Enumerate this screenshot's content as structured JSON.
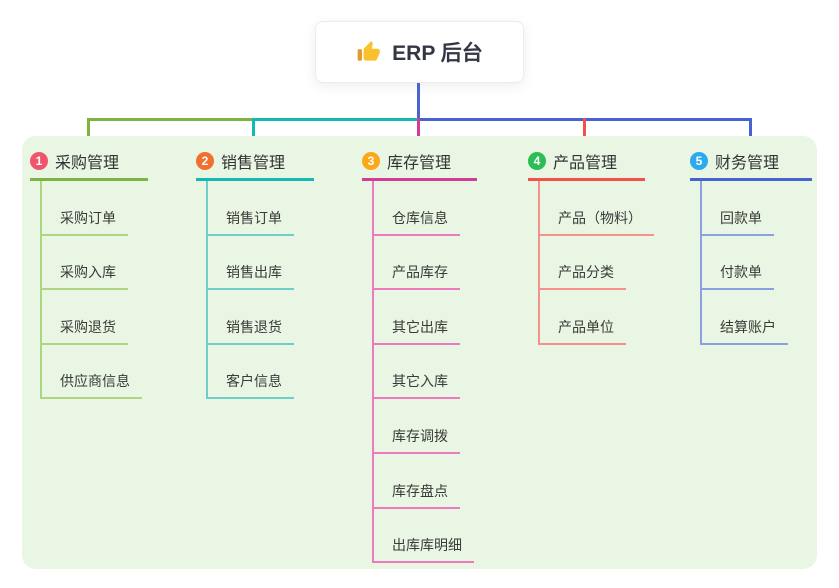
{
  "root": {
    "title": "ERP 后台",
    "icon": "thumbs-up-icon"
  },
  "colors": {
    "canvas_bg": "#ffffff",
    "panel_bg": "#e8f6e3",
    "root_line": "#4a63cf",
    "root_text": "#323743",
    "node_text": "#3a3a3a",
    "thumb_gold": "#fbc02d",
    "thumb_cuff": "#e09b2d"
  },
  "branches": [
    {
      "index": "1",
      "title": "采购管理",
      "line_color": "#7cb342",
      "child_line_color": "#aed581",
      "badge_color": "#f0556c",
      "children": [
        "采购订单",
        "采购入库",
        "采购退货",
        "供应商信息"
      ]
    },
    {
      "index": "2",
      "title": "销售管理",
      "line_color": "#14b8b4",
      "child_line_color": "#6fcfc8",
      "badge_color": "#f2702f",
      "children": [
        "销售订单",
        "销售出库",
        "销售退货",
        "客户信息"
      ]
    },
    {
      "index": "3",
      "title": "库存管理",
      "line_color": "#d23c96",
      "child_line_color": "#ef79bc",
      "badge_color": "#fba919",
      "children": [
        "仓库信息",
        "产品库存",
        "其它出库",
        "其它入库",
        "库存调拨",
        "库存盘点",
        "出库库明细"
      ]
    },
    {
      "index": "4",
      "title": "产品管理",
      "line_color": "#f4504b",
      "child_line_color": "#f7908d",
      "badge_color": "#2dbd55",
      "children": [
        "产品（物料）",
        "产品分类",
        "产品单位"
      ]
    },
    {
      "index": "5",
      "title": "财务管理",
      "line_color": "#4763cf",
      "child_line_color": "#8ba0e0",
      "badge_color": "#2baaee",
      "children": [
        "回款单",
        "付款单",
        "结算账户"
      ]
    }
  ]
}
